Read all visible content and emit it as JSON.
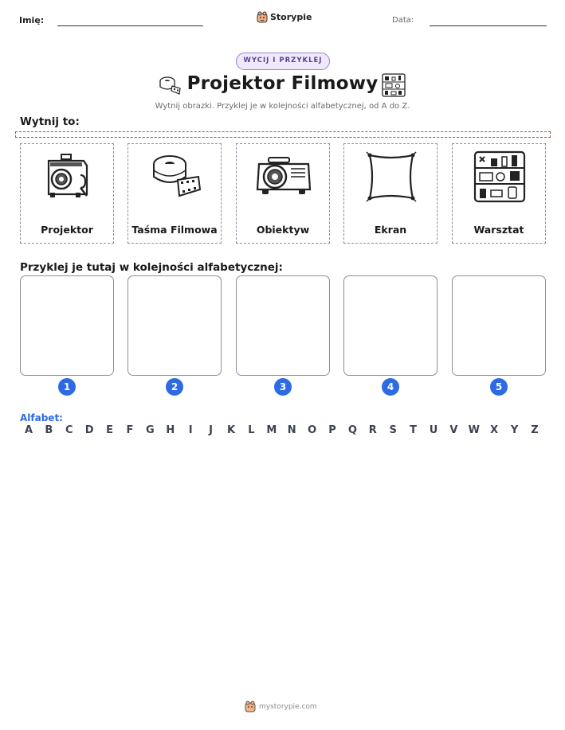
{
  "header": {
    "name_label": "Imię:",
    "date_label": "Data:",
    "brand": "Storypie"
  },
  "badge": "WYCIJ I PRZYKLEJ",
  "title": "Projektor Filmowy",
  "subtitle": "Wytnij obrazki. Przyklej je w kolejności alfabetycznej, od A do Z.",
  "cut_section": {
    "heading": "Wytnij to:",
    "cards": [
      {
        "label": "Projektor",
        "icon": "projector-icon"
      },
      {
        "label": "Taśma Filmowa",
        "icon": "film-reel-icon"
      },
      {
        "label": "Obiektyw",
        "icon": "lens-icon"
      },
      {
        "label": "Ekran",
        "icon": "screen-icon"
      },
      {
        "label": "Warsztat",
        "icon": "workshop-icon"
      }
    ]
  },
  "paste_section": {
    "heading": "Przyklej je tutaj w kolejności alfabetycznej:",
    "slots": [
      "1",
      "2",
      "3",
      "4",
      "5"
    ]
  },
  "alphabet": {
    "label": "Alfabet:",
    "letters": [
      "A",
      "B",
      "C",
      "D",
      "E",
      "F",
      "G",
      "H",
      "I",
      "J",
      "K",
      "L",
      "M",
      "N",
      "O",
      "P",
      "Q",
      "R",
      "S",
      "T",
      "U",
      "V",
      "W",
      "X",
      "Y",
      "Z"
    ]
  },
  "footer": {
    "site": "mystorypie.com"
  },
  "colors": {
    "accent_blue": "#2d6ae3",
    "badge_purple": "#9b7fd1",
    "cut_line_red": "#c04444"
  }
}
